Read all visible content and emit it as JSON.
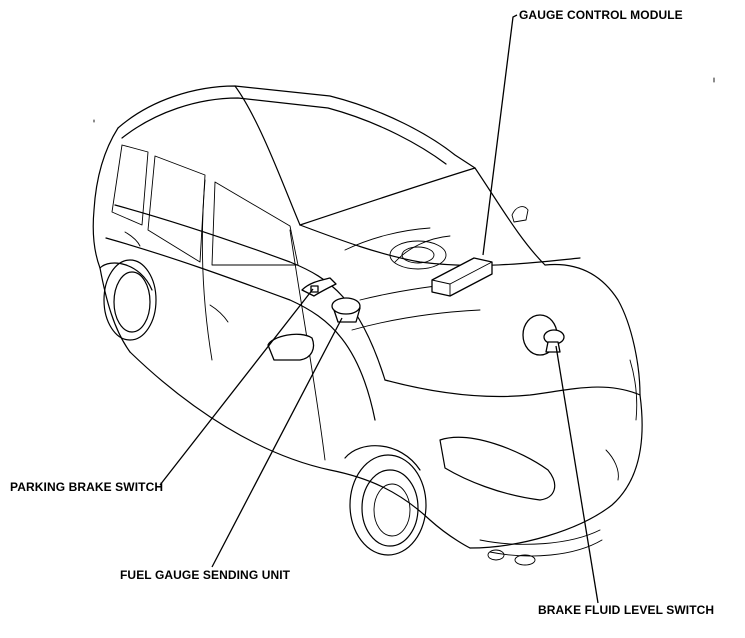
{
  "labels": {
    "gauge_control_module": "GAUGE CONTROL MODULE",
    "parking_brake_switch": "PARKING BRAKE SWITCH",
    "fuel_gauge_sending_unit": "FUEL GAUGE SENDING UNIT",
    "brake_fluid_level_switch": "BRAKE FLUID LEVEL SWITCH"
  }
}
